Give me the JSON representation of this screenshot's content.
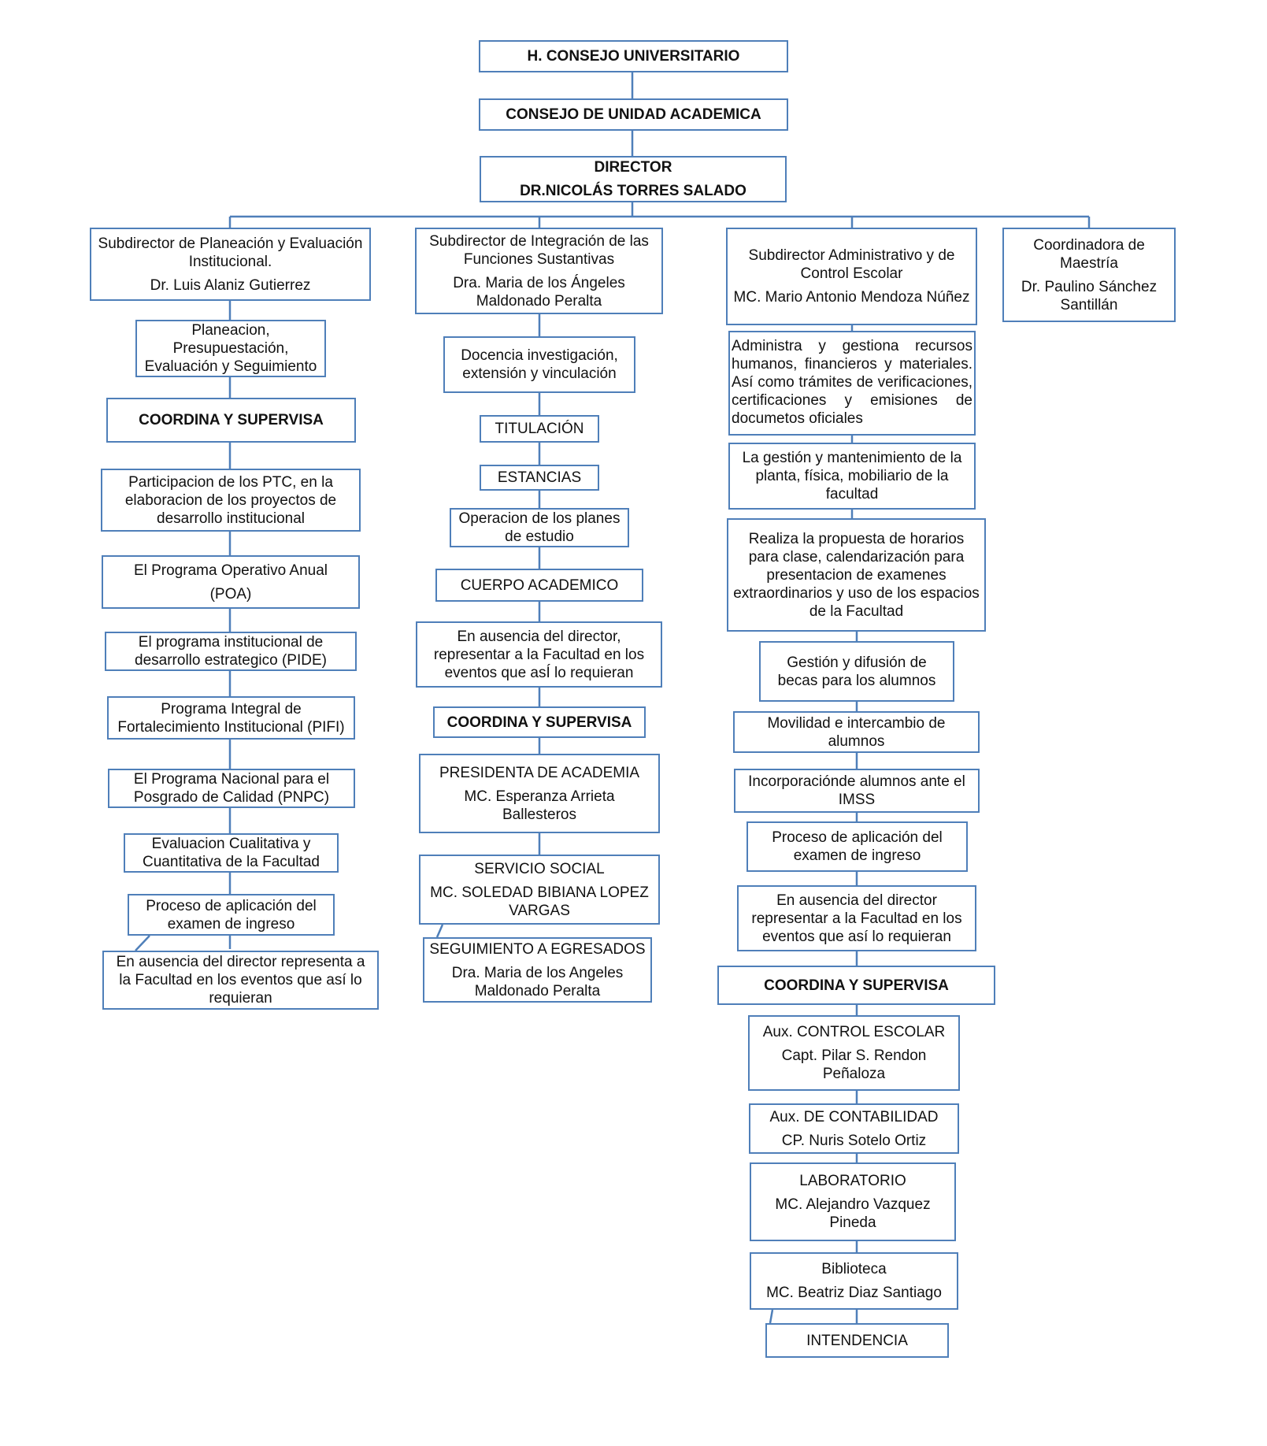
{
  "colors": {
    "border": "#4f7fb9",
    "connector": "#4f7fb9"
  },
  "top": {
    "consejo_universitario": "H. CONSEJO UNIVERSITARIO",
    "consejo_unidad": "CONSEJO DE UNIDAD ACADEMICA",
    "director_title": "DIRECTOR",
    "director_name": "DR.NICOLÁS TORRES SALADO"
  },
  "col1": {
    "head_title": "Subdirector de Planeación y Evaluación Institucional.",
    "head_name": "Dr. Luis Alaniz Gutierrez",
    "items": [
      "Planeacion, Presupuestación, Evaluación y Seguimiento",
      "COORDINA Y SUPERVISA",
      "Participacion de los PTC, en la elaboracion de los proyectos de desarrollo  institucional",
      "El Programa Operativo Anual",
      "(POA)",
      "El programa institucional de desarrollo estrategico (PIDE)",
      "Programa Integral de Fortalecimiento Institucional (PIFI)",
      "El Programa Nacional para el Posgrado de Calidad (PNPC)",
      "Evaluacion Cualitativa y Cuantitativa de la Facultad",
      "Proceso de aplicación del examen de ingreso",
      "En ausencia del director representa a la Facultad en los eventos que así lo requieran"
    ]
  },
  "col2": {
    "head_title": "Subdirector de Integración de las Funciones Sustantivas",
    "head_name": "Dra. Maria de los Ángeles Maldonado Peralta",
    "items": [
      "Docencia investigación, extensión y vinculación",
      "TITULACIÓN",
      "ESTANCIAS",
      "Operacion de los planes de estudio",
      "CUERPO ACADEMICO",
      "En ausencia del director, representar a la Facultad en los eventos que asÍ lo requieran",
      "COORDINA Y SUPERVISA",
      "PRESIDENTA DE ACADEMIA",
      "MC. Esperanza Arrieta Ballesteros",
      "SERVICIO SOCIAL",
      "MC. SOLEDAD BIBIANA LOPEZ VARGAS",
      "SEGUIMIENTO A EGRESADOS",
      "Dra. Maria de los Angeles Maldonado Peralta"
    ]
  },
  "col3": {
    "head_title": "Subdirector Administrativo y de Control Escolar",
    "head_name": "MC. Mario Antonio Mendoza Núñez",
    "admin_lines": [
      "Administra y gestiona recursos",
      "humanos, financieros y materiales.",
      "Así como trámites de verificaciones,",
      "certificaciones y emisiones de",
      "documetos oficiales"
    ],
    "items": [
      "La gestión y mantenimiento de la planta, física, mobiliario de la facultad",
      "Realiza la propuesta de horarios para clase, calendarización para presentacion de examenes extraordinarios y uso de los espacios de la Facultad",
      "Gestión y difusión de becas para los alumnos",
      "Movilidad e intercambio  de alumnos",
      "Incorporaciónde alumnos ante el IMSS",
      "Proceso de aplicación del examen de ingreso",
      "En ausencia del director representar a la Facultad en los eventos que así lo requieran",
      "COORDINA Y SUPERVISA"
    ],
    "staff": [
      {
        "title": "Aux. CONTROL ESCOLAR",
        "name": "Capt. Pilar S. Rendon Peñaloza"
      },
      {
        "title": "Aux. DE CONTABILIDAD",
        "name": "CP. Nuris  Sotelo Ortiz"
      },
      {
        "title": "LABORATORIO",
        "name": "MC. Alejandro Vazquez Pineda"
      },
      {
        "title": "Biblioteca",
        "name": "MC. Beatriz Diaz Santiago"
      }
    ],
    "intendencia": "INTENDENCIA"
  },
  "col4": {
    "head_title": "Coordinadora de Maestría",
    "head_name": "Dr. Paulino Sánchez Santillán"
  }
}
